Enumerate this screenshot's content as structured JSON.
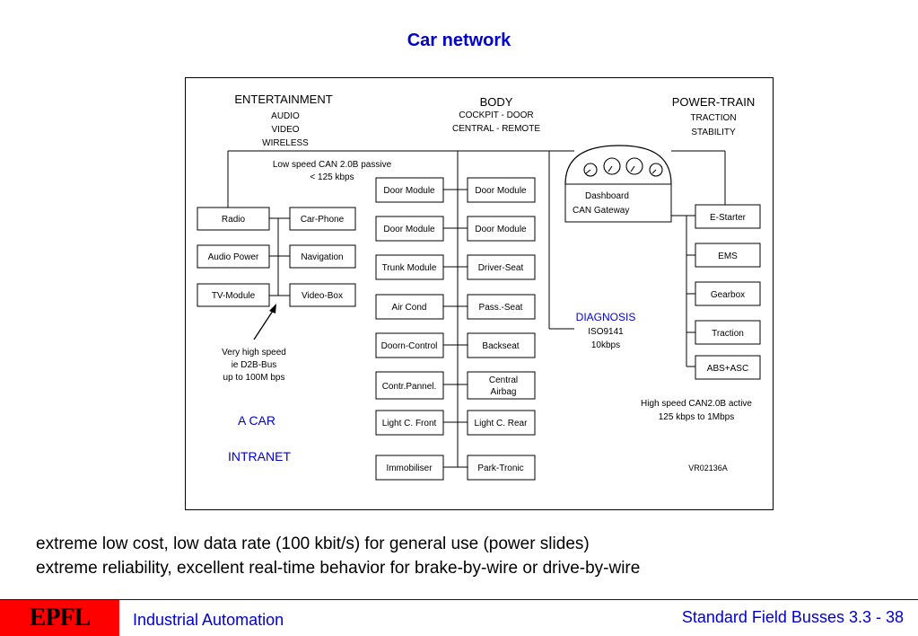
{
  "title": "Car network",
  "sections": {
    "entertainment": {
      "heading": "ENTERTAINMENT",
      "lines": [
        "AUDIO",
        "VIDEO",
        "WIRELESS"
      ]
    },
    "body": {
      "heading": "BODY",
      "lines": [
        "COCKPIT - DOOR",
        "CENTRAL - REMOTE"
      ]
    },
    "powertrain": {
      "heading": "POWER-TRAIN",
      "lines": [
        "TRACTION",
        "STABILITY"
      ]
    }
  },
  "low_speed": [
    "Low speed  CAN 2.0B passive",
    "< 125 kbps"
  ],
  "entertainment_modules": [
    "Radio",
    "Car-Phone",
    "Audio Power",
    "Navigation",
    "TV-Module",
    "Video-Box"
  ],
  "very_high_speed": [
    "Very high speed",
    "ie D2B-Bus",
    "up to 100M bps"
  ],
  "intranet": [
    "A CAR",
    "INTRANET"
  ],
  "body_left": [
    "Door Module",
    "Door Module",
    "Trunk Module",
    "Air Cond",
    "Doorn-Control",
    "Contr.Pannel.",
    "Light C. Front",
    "Immobiliser"
  ],
  "body_right": [
    "Door Module",
    "Door Module",
    "Driver-Seat",
    "Pass.-Seat",
    "Backseat",
    "Central",
    "Airbag",
    "Light C. Rear",
    "Park-Tronic"
  ],
  "dashboard": [
    "Dashboard",
    "CAN Gateway"
  ],
  "diagnosis": {
    "title": "DIAGNOSIS",
    "lines": [
      "ISO9141",
      "10kbps"
    ]
  },
  "powertrain_modules": [
    "E-Starter",
    "EMS",
    "Gearbox",
    "Traction",
    "ABS+ASC"
  ],
  "high_speed": [
    "High speed CAN2.0B active",
    "125 kbps to 1Mbps"
  ],
  "ref_code": "VR02136A",
  "bullets": [
    "extreme low cost, low data rate (100 kbit/s) for general use (power slides)",
    "extreme reliability, excellent real-time behavior for brake-by-wire or drive-by-wire"
  ],
  "footer": {
    "logo": "EPFL",
    "left": "Industrial Automation",
    "right": "Standard Field Busses 3.3 - 38"
  },
  "colors": {
    "title": "#0000cc",
    "accent_blue": "#0000cc",
    "logo_red": "#ff0000"
  }
}
